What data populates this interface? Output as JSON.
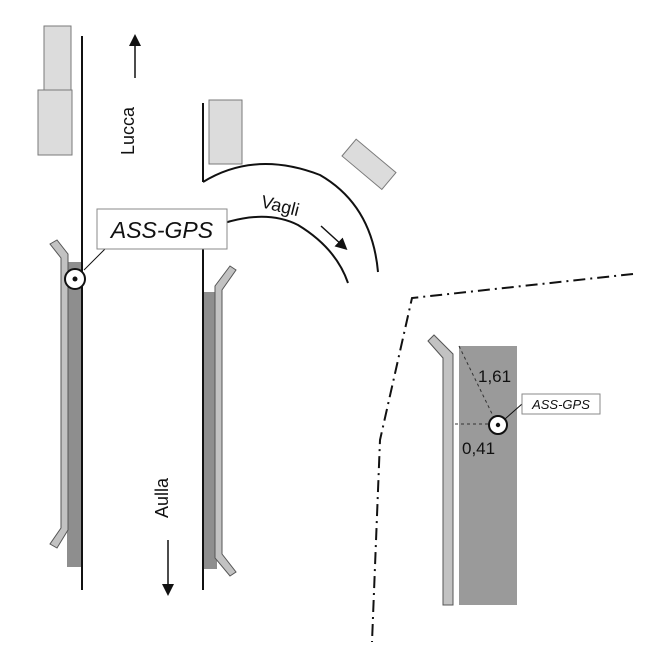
{
  "labels": {
    "lucca": "Lucca",
    "aulla": "Aulla",
    "vagli": "Vagli",
    "gps_main": "ASS-GPS",
    "gps_detail": "ASS-GPS",
    "dist_diagonal": "1,61",
    "dist_horizontal": "0,41"
  },
  "colors": {
    "ink": "#111111",
    "building_fill": "#dcdcdc",
    "building_stroke": "#7a7a7a",
    "barrier_fill": "#c2c2c2",
    "lane_fill": "#8e8e8e",
    "detail_lane_fill": "#9a9a9a",
    "box_stroke": "#8a8a8a"
  },
  "icons": {
    "gps_marker": "circle-dot-icon",
    "direction": "arrow-icon"
  }
}
